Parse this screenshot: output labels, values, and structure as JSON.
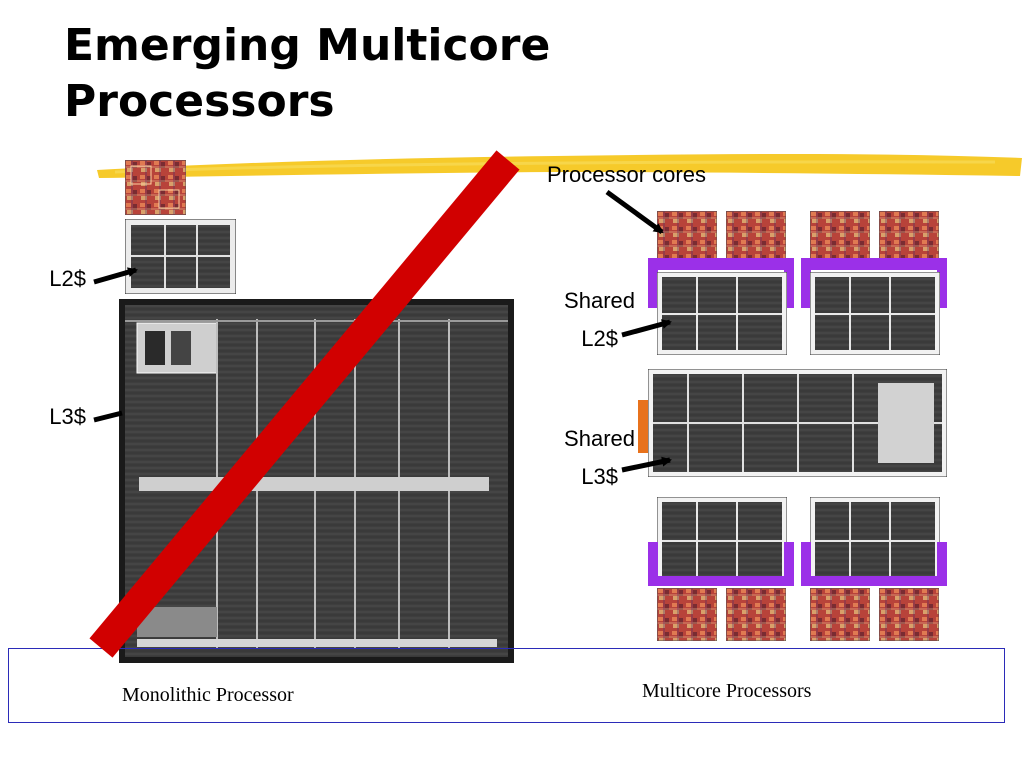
{
  "slide": {
    "title_line1": "Emerging Multicore",
    "title_line2": "Processors"
  },
  "monolithic": {
    "l2_label": "L2$",
    "l3_label": "L3$",
    "caption": "Monolithic Processor"
  },
  "multicore": {
    "cores_label": "Processor cores",
    "shared_l2_line1": "Shared",
    "shared_l2_line2": "L2$",
    "shared_l3_line1": "Shared",
    "shared_l3_line2": "L3$",
    "caption": "Multicore Processors"
  },
  "colors": {
    "highlighter": "#f5c518",
    "slash": "#d10000",
    "bracket": "#9b30e8",
    "l3_marker": "#e8721c",
    "caption_border": "#2b2bb8"
  }
}
